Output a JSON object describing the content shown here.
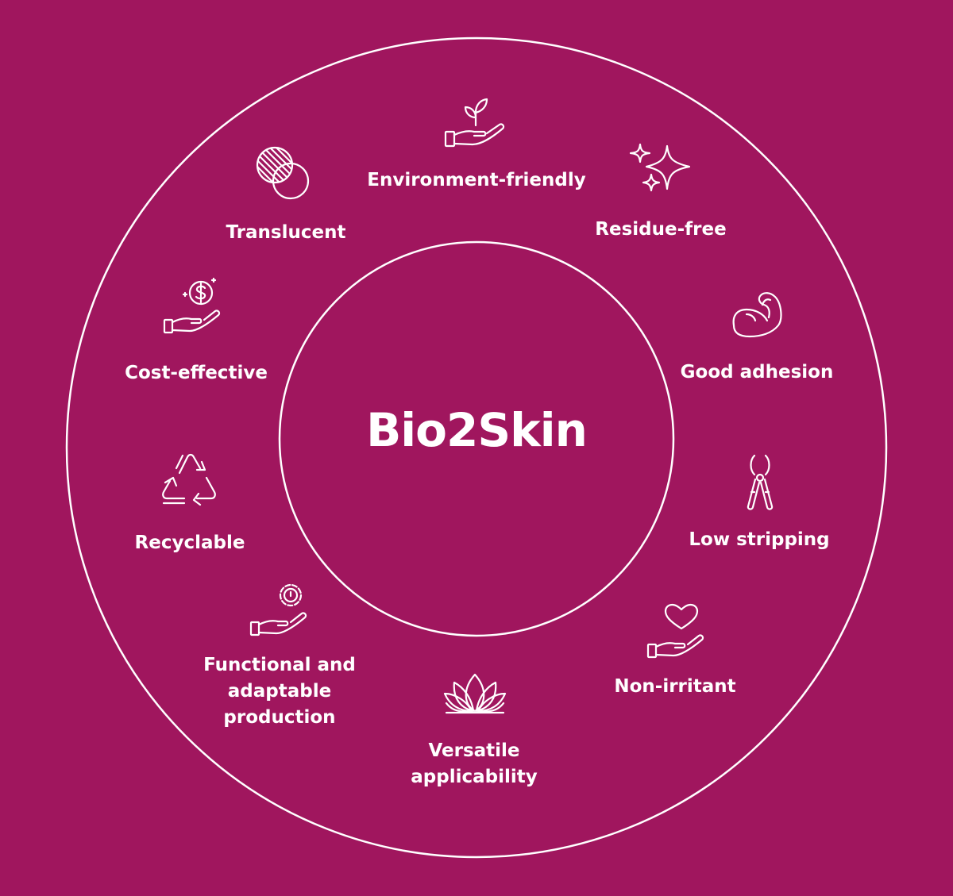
{
  "center": {
    "title": "Bio2Skin"
  },
  "colors": {
    "background": "#a0165e",
    "foreground": "#ffffff"
  },
  "features": [
    {
      "label": "Environment-friendly",
      "icon": "hand-sprout-icon"
    },
    {
      "label": "Residue-free",
      "icon": "sparkles-icon"
    },
    {
      "label": "Good adhesion",
      "icon": "flexed-arm-icon"
    },
    {
      "label": "Low stripping",
      "icon": "pliers-icon"
    },
    {
      "label": "Non-irritant",
      "icon": "hand-heart-icon"
    },
    {
      "label": "Versatile applicability",
      "icon": "fan-flower-icon"
    },
    {
      "label": "Functional and adaptable production",
      "icon": "hand-gear-icon"
    },
    {
      "label": "Recyclable",
      "icon": "recycle-icon"
    },
    {
      "label": "Cost-effective",
      "icon": "hand-coin-icon"
    },
    {
      "label": "Translucent",
      "icon": "overlapping-circles-icon"
    }
  ]
}
